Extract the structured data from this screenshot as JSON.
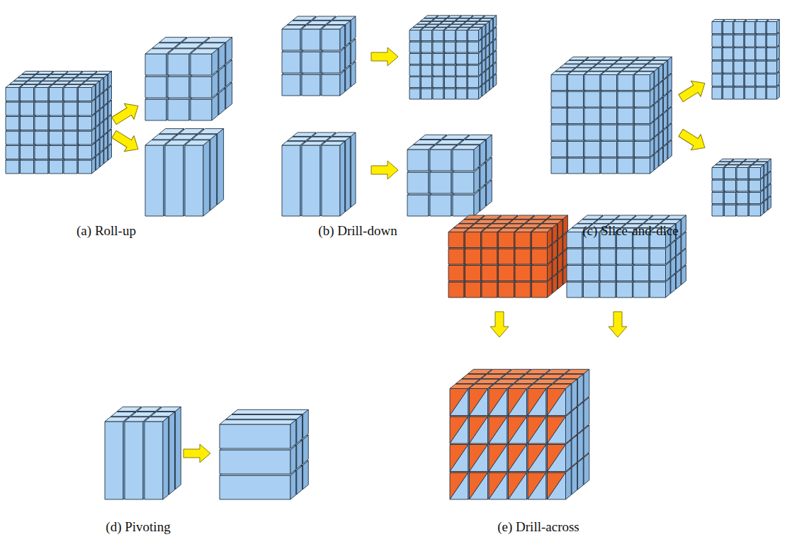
{
  "diagram": {
    "labels": [
      "(a) Roll-up",
      "(b) Drill-down",
      "(c) Slice-and-dice",
      "(d) Pivoting",
      "(e) Drill-across"
    ]
  }
}
